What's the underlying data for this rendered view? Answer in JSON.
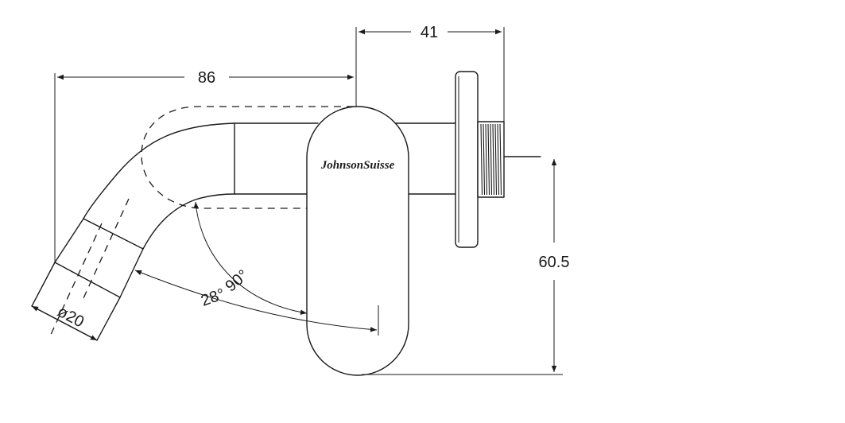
{
  "dimensions": {
    "overall_length": "86",
    "depth": "41",
    "height": "60.5",
    "diameter": "ø20",
    "angle_right": "90°",
    "angle_tilt": "28°"
  },
  "brand": "JohnsonSuisse"
}
